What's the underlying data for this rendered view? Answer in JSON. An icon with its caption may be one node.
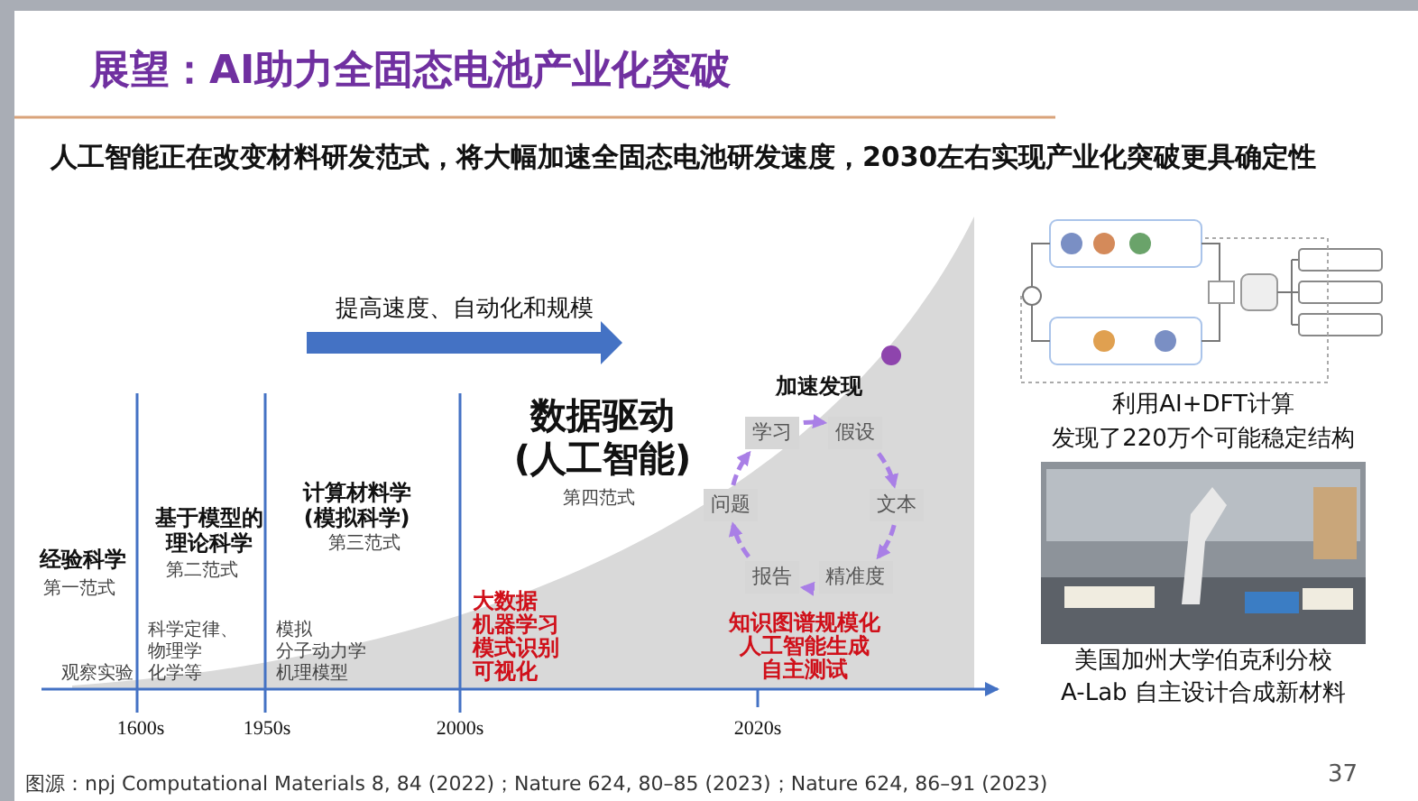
{
  "diagram": {
    "title": "展望：AI助力全固态电池产业化突破",
    "nodes": [
      {
        "text": [
          "学习"
        ]
      },
      {
        "text": [
          "假设"
        ]
      },
      {
        "text": [
          "文本"
        ]
      },
      {
        "text": [
          "精准度"
        ]
      },
      {
        "text": [
          "报告"
        ]
      },
      {
        "text": [
          "问题"
        ]
      }
    ],
    "edges": [
      {
        "from": 0,
        "to": 1,
        "arrow": "to",
        "style": "dashed"
      },
      {
        "from": 1,
        "to": 2,
        "arrow": "to",
        "style": "dashed"
      },
      {
        "from": 2,
        "to": 3,
        "arrow": "to",
        "style": "dashed"
      },
      {
        "from": 3,
        "to": 4,
        "arrow": "to",
        "style": "dashed"
      },
      {
        "from": 4,
        "to": 5,
        "arrow": "to",
        "style": "dashed"
      },
      {
        "from": 5,
        "to": 0,
        "arrow": "to",
        "style": "dashed"
      }
    ],
    "labels": [
      "人工智能正在改变材料研发范式，将大幅加速全固态电池研发速度，2030左右实现产业化突破更具确定性",
      "提高速度、自动化和规模",
      "经验科学",
      "第一范式",
      "观察实验",
      "基于模型的理论科学",
      "第二范式",
      "科学定律、",
      "物理学",
      "化学等",
      "计算材料学(模拟科学)",
      "第三范式",
      "模拟",
      "分子动力学",
      "机理模型",
      "数据驱动(人工智能)",
      "第四范式",
      "大数据",
      "机器学习",
      "模式识别",
      "可视化",
      "加速发现",
      "知识图谱规模化",
      "人工智能生成",
      "自主测试",
      "1600s",
      "1950s",
      "2000s",
      "2020s",
      "利用AI+DFT计算",
      "发现了220万个可能稳定结构",
      "美国加州大学伯克利分校",
      "A-Lab 自主设计合成新材料",
      "图源：npj Computational Materials 8, 84 (2022)；Nature 624, 80–85 (2023)；Nature 624, 86–91 (2023)",
      "37"
    ]
  }
}
